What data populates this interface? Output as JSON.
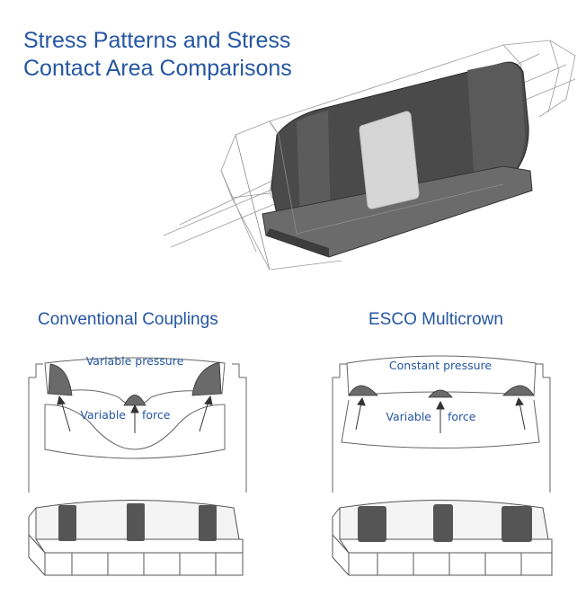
{
  "title": {
    "line1": "Stress Patterns and Stress",
    "line2": "Contact Area Comparisons"
  },
  "panels": [
    {
      "heading": "Conventional Couplings",
      "pressure_label": "Variable pressure",
      "force_label_left": "Variable",
      "force_label_right": "force"
    },
    {
      "heading": "ESCO Multicrown",
      "pressure_label": "Constant pressure",
      "force_label_left": "Variable",
      "force_label_right": "force"
    }
  ],
  "colors": {
    "heading_blue": "#2556a2",
    "contact_dark": "#6a6a6a",
    "line": "#666666",
    "crown_body": "#4a4a4a",
    "contact_patch": "#d6d6d6"
  }
}
